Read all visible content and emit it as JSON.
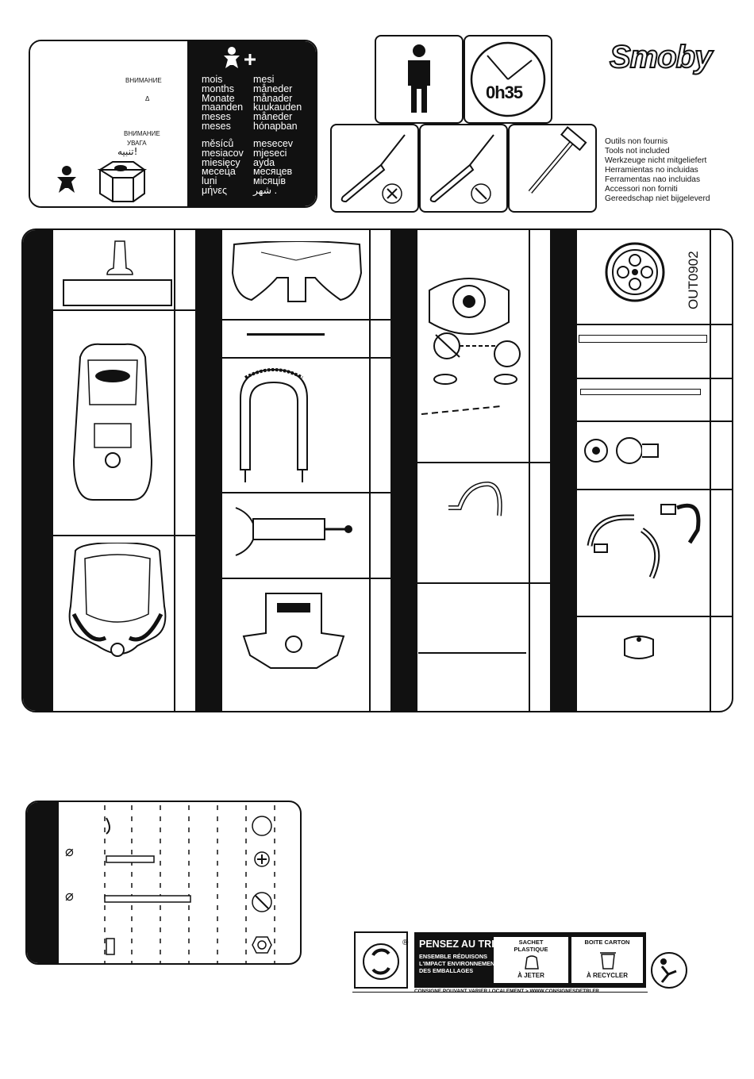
{
  "brand": {
    "logo": "Smoby"
  },
  "warning": {
    "lines": [
      "ВНИМАНИЕ",
      "Δ",
      "ВНИМАНИЕ",
      "УВАГА",
      "تنبيه!"
    ],
    "age_left": [
      "mois",
      "months",
      "Monate",
      "maanden",
      "meses",
      "meses"
    ],
    "age_right": [
      "mesi",
      "måneder",
      "månader",
      "kuukauden",
      "måneder",
      "hónapban"
    ],
    "age_left2": [
      "měsíců",
      "mesiacov",
      "miesięcy",
      "месеца",
      "luni",
      "μήνες"
    ],
    "age_right2": [
      "mesecev",
      "mjeseci",
      "ayda",
      "месяцев",
      "місяців",
      "شهر ."
    ]
  },
  "assembly": {
    "time": "0h35"
  },
  "tools_note": [
    "Outils non  fournis",
    "Tools not included",
    "Werkzeuge nicht mitgeliefert",
    "Herramientas no incluidas",
    "Ferramentas nao incluidas",
    "Accessori non forniti",
    "Gereedschap niet bijgeleverd"
  ],
  "parts": {
    "code": "OUT0902"
  },
  "screws": {
    "diameter_symbol_1": "⌀",
    "diameter_symbol_2": "⌀"
  },
  "recycling": {
    "registered": "®",
    "headline": "PENSEZ AU TRI !",
    "subline": [
      "ENSEMBLE RÉDUISONS",
      "L'IMPACT ENVIRONNEMENTAL",
      "DES EMBALLAGES"
    ],
    "bag_title": [
      "SACHET",
      "PLASTIQUE"
    ],
    "bag_action": "À JETER",
    "box_title": "BOITE CARTON",
    "box_action": "À RECYCLER",
    "footer": "CONSIGNE POUVANT VARIER LOCALEMENT > WWW.CONSIGNESDETRI.FR"
  },
  "icons": [
    "child-plus-icon",
    "adult-icon",
    "clock-icon",
    "cross-screwdriver-icon",
    "flat-screwdriver-icon",
    "hammer-icon",
    "triman-icon",
    "green-dot-icon"
  ]
}
